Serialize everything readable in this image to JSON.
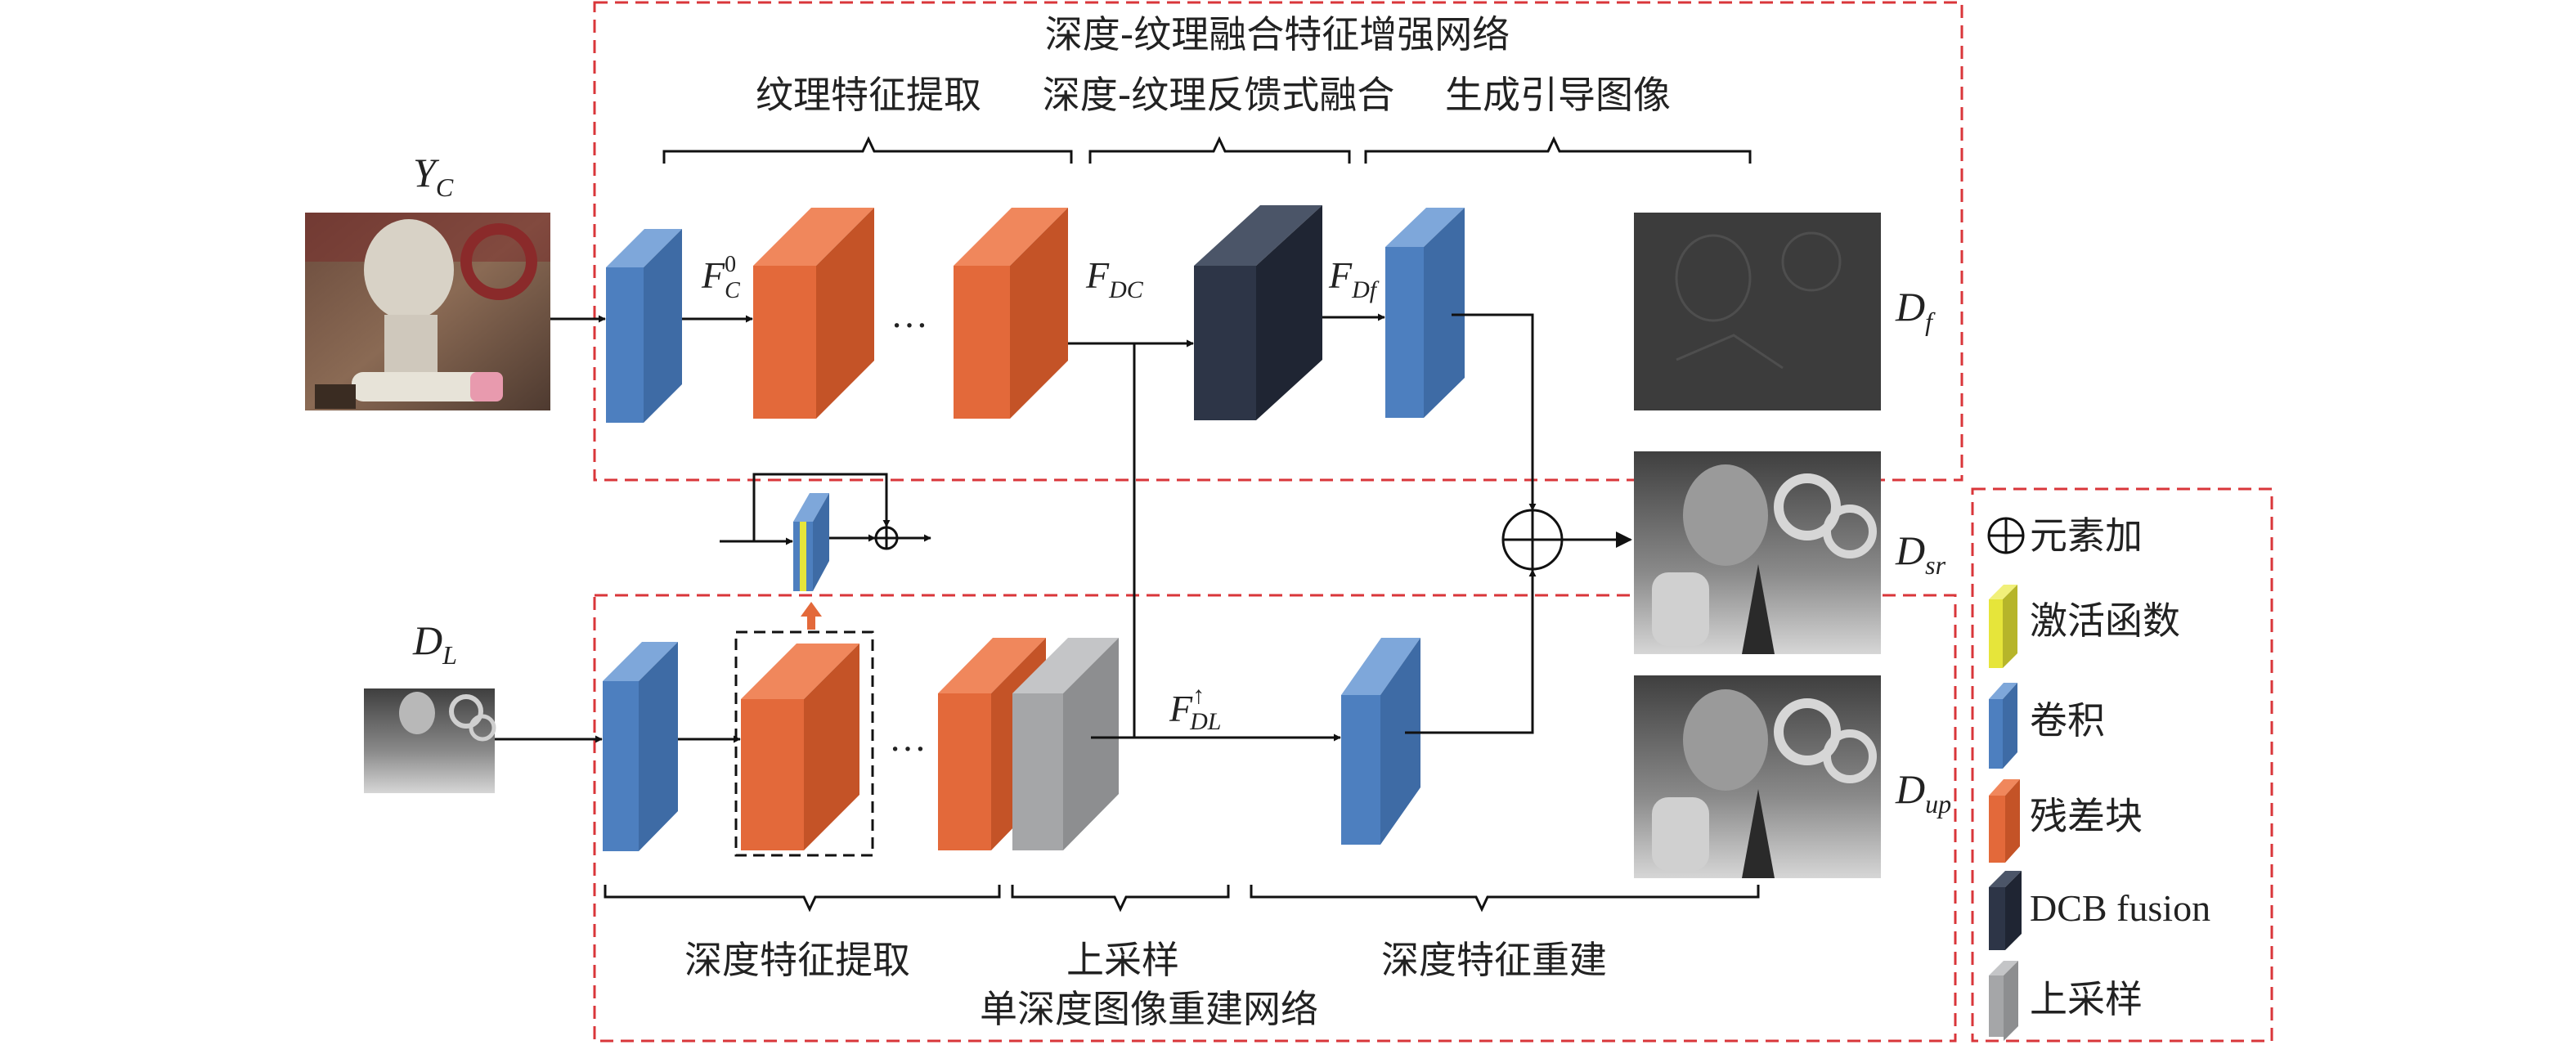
{
  "top_network": {
    "title": "深度-纹理融合特征增强网络",
    "stages": [
      "纹理特征提取",
      "深度-纹理反馈式融合",
      "生成引导图像"
    ]
  },
  "bottom_network": {
    "title": "单深度图像重建网络",
    "stages": [
      "深度特征提取",
      "上采样",
      "深度特征重建"
    ]
  },
  "symbols": {
    "yc": {
      "base": "Y",
      "sub": "C"
    },
    "dl": {
      "base": "D",
      "sub": "L"
    },
    "fc0": {
      "base": "F",
      "sup": "0",
      "sub": "C"
    },
    "fdc": {
      "base": "F",
      "sub": "DC"
    },
    "fdf": {
      "base": "F",
      "sub": "Df"
    },
    "fdl": {
      "base": "F",
      "sup": "↑",
      "sub": "DL"
    },
    "df": {
      "base": "D",
      "sub": "f"
    },
    "dsr": {
      "base": "D",
      "sub": "sr"
    },
    "dup": {
      "base": "D",
      "sub": "up"
    },
    "ellipsis": "…"
  },
  "legend": {
    "items": [
      {
        "icon": "circle-plus-icon",
        "label": "元素加"
      },
      {
        "icon": "activation-function-icon",
        "label": "激活函数",
        "color": "#e6e53a"
      },
      {
        "icon": "convolution-icon",
        "label": "卷积",
        "color": "#4d7fbf"
      },
      {
        "icon": "residual-block-icon",
        "label": "残差块",
        "color": "#e3693a"
      },
      {
        "icon": "dcb-fusion-icon",
        "label": "DCB fusion",
        "color": "#2d3547"
      },
      {
        "icon": "upsample-icon",
        "label": "上采样",
        "color": "#a5a6a8"
      }
    ]
  },
  "colors": {
    "frame": "#d9363a",
    "conv": "#4d7fbf",
    "residual": "#e3693a",
    "dcb": "#2d3547",
    "upsample": "#a5a6a8",
    "activation": "#e6e53a",
    "arrow_accent": "#e3693a"
  }
}
